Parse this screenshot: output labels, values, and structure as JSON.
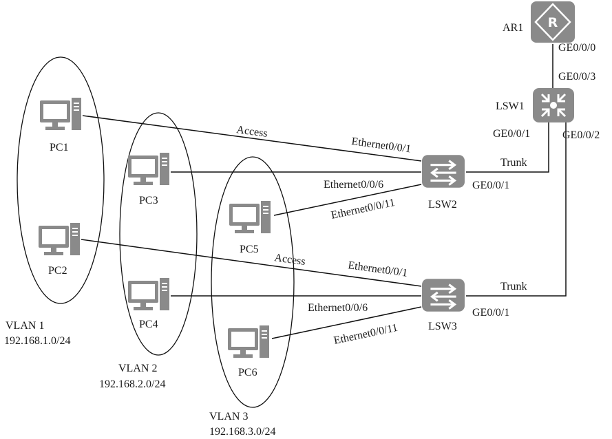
{
  "router": {
    "name": "AR1",
    "port": "GE0/0/0"
  },
  "core_switch": {
    "name": "LSW1",
    "port_up": "GE0/0/3",
    "port_left": "GE0/0/1",
    "port_right": "GE0/0/2"
  },
  "access_switches": [
    {
      "name": "LSW2",
      "uplink": "GE0/0/1",
      "trunk_label": "Trunk",
      "ports": [
        "Ethernet0/0/1",
        "Ethernet0/0/6",
        "Ethernet0/0/11"
      ]
    },
    {
      "name": "LSW3",
      "uplink": "GE0/0/1",
      "trunk_label": "Trunk",
      "ports": [
        "Ethernet0/0/1",
        "Ethernet0/0/6",
        "Ethernet0/0/11"
      ]
    }
  ],
  "pcs": [
    "PC1",
    "PC2",
    "PC3",
    "PC4",
    "PC5",
    "PC6"
  ],
  "link_labels": {
    "access_1": "Access",
    "access_2": "Access"
  },
  "vlans": [
    {
      "name": "VLAN 1",
      "subnet": "192.168.1.0/24"
    },
    {
      "name": "VLAN 2",
      "subnet": "192.168.2.0/24"
    },
    {
      "name": "VLAN 3",
      "subnet": "192.168.3.0/24"
    }
  ],
  "colors": {
    "device_fill": "#8a8a8a",
    "line": "#111111"
  }
}
